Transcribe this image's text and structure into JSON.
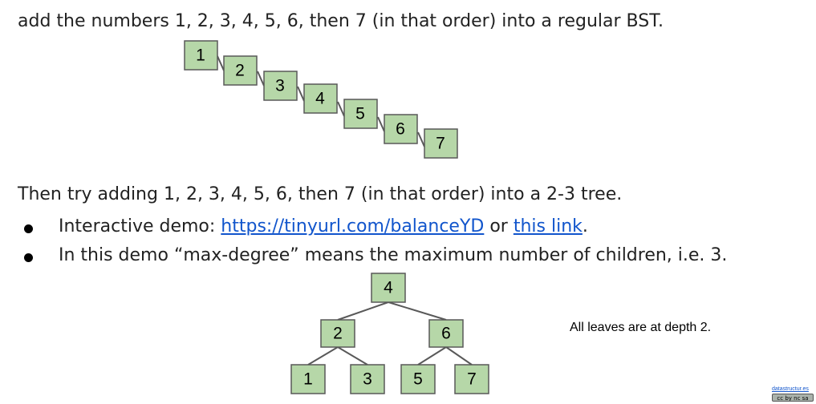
{
  "intro_text": "add the numbers 1, 2, 3, 4, 5, 6, then 7 (in that order) into a regular BST.",
  "bst_nodes": [
    "1",
    "2",
    "3",
    "4",
    "5",
    "6",
    "7"
  ],
  "then_text": "Then try adding 1, 2, 3, 4, 5, 6, then 7 (in that order) into a 2-3 tree.",
  "bullets": {
    "demo_prefix": "Interactive demo: ",
    "demo_url": "https://tinyurl.com/balanceYD",
    "demo_or": " or ",
    "demo_link2": "this link",
    "demo_suffix": ".",
    "maxdeg_text": "In this demo “max-degree” means the maximum number of children, i.e. 3."
  },
  "tree23": {
    "root": "4",
    "level1": [
      "2",
      "6"
    ],
    "leaves": [
      "1",
      "3",
      "5",
      "7"
    ]
  },
  "note": "All leaves are at depth 2.",
  "credit": "datastructur.es",
  "license_badge": "cc by nc sa",
  "colors": {
    "node_fill": "#b6d7a8",
    "node_stroke": "#595959",
    "link": "#1155cc"
  }
}
